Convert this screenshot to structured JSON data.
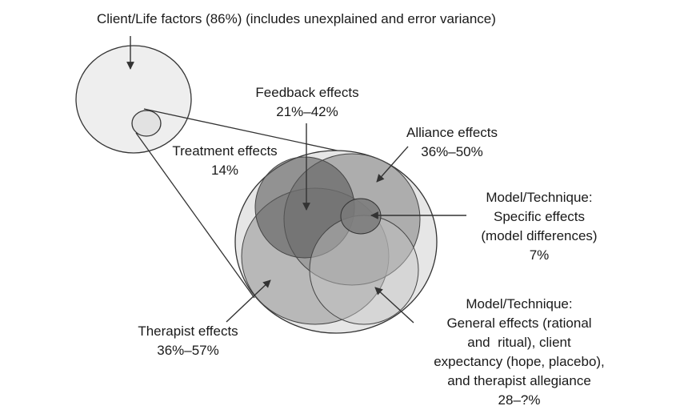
{
  "labels": {
    "client_life": "Client/Life factors (86%) (includes unexplained and error variance)",
    "feedback": {
      "name": "Feedback effects",
      "value": "21%–42%"
    },
    "treatment": {
      "name": "Treatment effects",
      "value": "14%"
    },
    "alliance": {
      "name": "Alliance effects",
      "value": "36%–50%"
    },
    "specific": {
      "line1": "Model/Technique:",
      "line2": "Specific effects",
      "line3": "(model differences)",
      "value": "7%"
    },
    "general": {
      "line1": "Model/Technique:",
      "line2": "General effects (rational",
      "line3": "and  ritual), client",
      "line4": "expectancy (hope, placebo),",
      "line5": "and therapist allegiance",
      "value": "28–?%"
    },
    "therapist": {
      "name": "Therapist effects",
      "value": "36%–57%"
    }
  },
  "colors": {
    "outline": "#333333",
    "client_fill": "#eeeeee",
    "treatment_fill": "#e6e6e6",
    "feedback_fill": "#6f6f6f",
    "alliance_fill": "#9a9a9a",
    "therapist_fill": "#b3b3b3",
    "general_fill": "#c4c4c4",
    "specific_fill": "#7a7a7a"
  }
}
